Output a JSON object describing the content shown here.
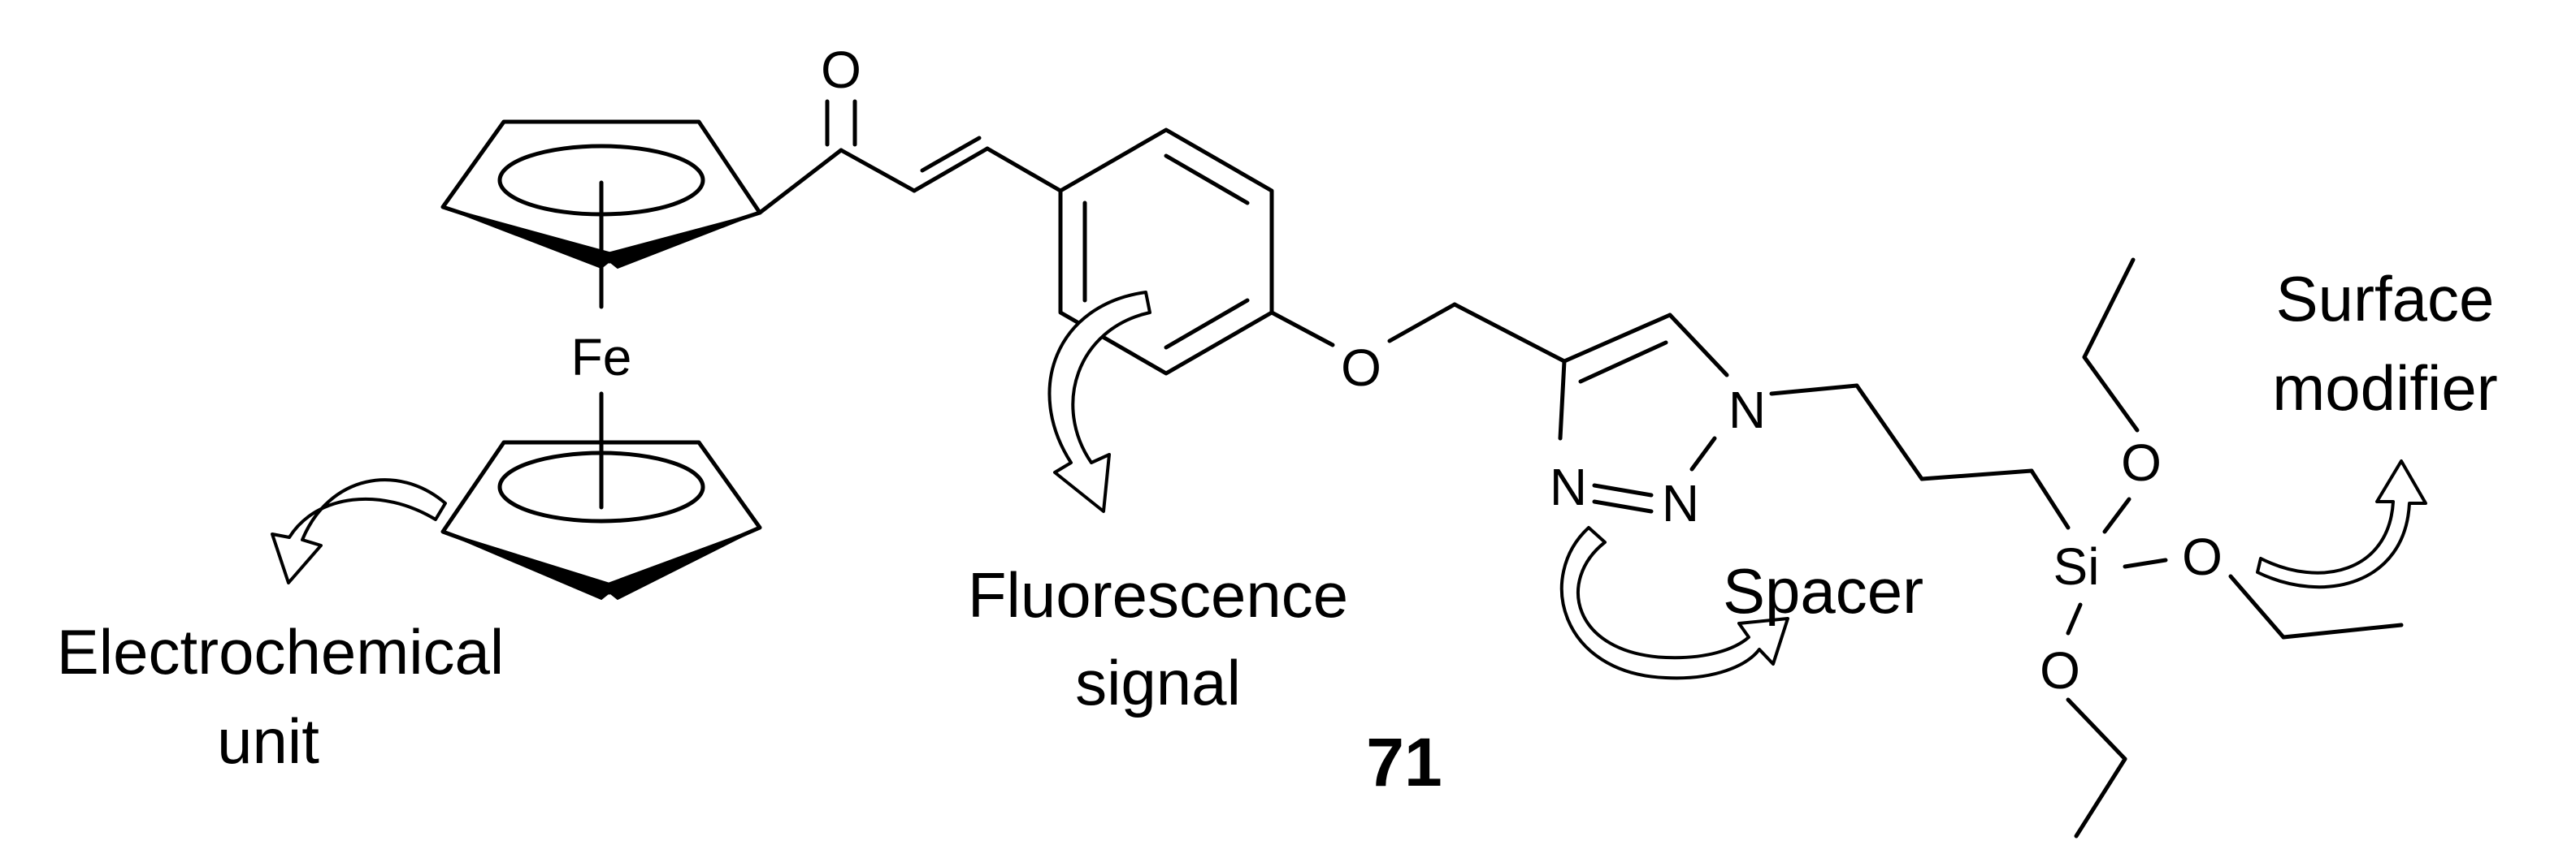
{
  "atoms": {
    "fe": "Fe",
    "carbonyl_o": "O",
    "ether_o": "O",
    "n1": "N",
    "n2": "N",
    "n3": "N",
    "si": "Si",
    "o_si_top": "O",
    "o_si_right": "O",
    "o_si_bottom": "O"
  },
  "labels": {
    "electrochemical_line1": "Electrochemical",
    "electrochemical_line2": "unit",
    "fluorescence_line1": "Fluorescence",
    "fluorescence_line2": "signal",
    "spacer": "Spacer",
    "surface_line1": "Surface",
    "surface_line2": "modifier"
  },
  "compound_number": "71"
}
